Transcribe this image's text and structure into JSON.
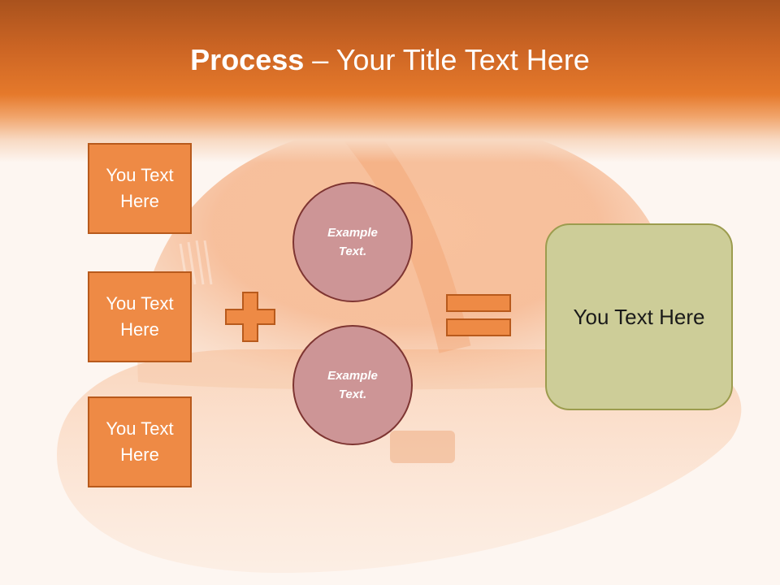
{
  "slide": {
    "title_bold": "Process",
    "title_rest": " – Your Title Text Here"
  },
  "left_boxes": [
    {
      "label": "You Text Here"
    },
    {
      "label": "You Text Here"
    },
    {
      "label": "You Text Here"
    }
  ],
  "circles": [
    {
      "label": "Example Text."
    },
    {
      "label": "Example Text."
    }
  ],
  "result": {
    "label": "You Text Here"
  },
  "colors": {
    "header_dark": "#a9521d",
    "header_orange": "#e5792b",
    "box_fill": "#ee8a45",
    "box_border": "#b85a1c",
    "circle_fill": "#cd9596",
    "circle_border": "#7e3532",
    "result_fill": "#cdcd98",
    "result_border": "#9c9c4e"
  },
  "icons": [
    "plus-icon",
    "equals-icon",
    "hard-hat-background"
  ]
}
